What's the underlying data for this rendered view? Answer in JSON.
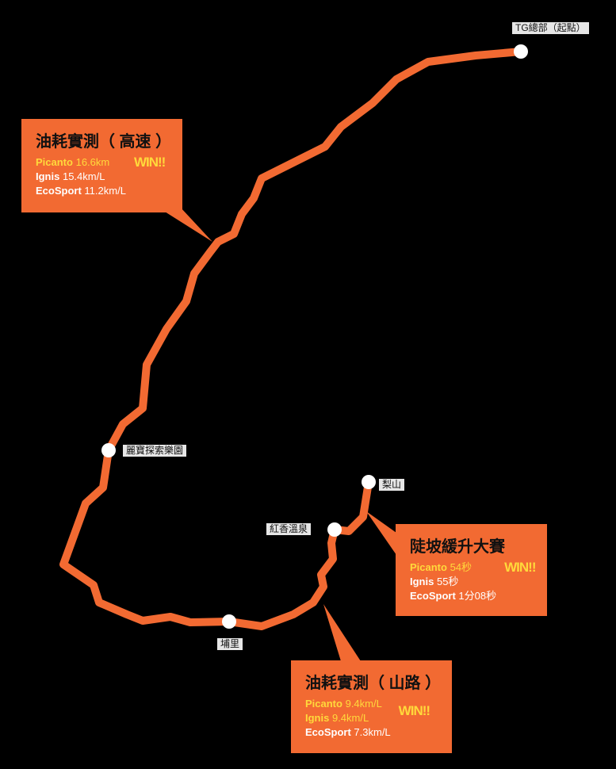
{
  "colors": {
    "route": "#f26a32",
    "box": "#f26a32",
    "highlight": "#ffd93b",
    "background": "#000000"
  },
  "places": {
    "start": "TG總部（起點）",
    "lihpao": "麗寶探索樂園",
    "lishan": "梨山",
    "hongxiang": "紅香溫泉",
    "puli": "埔里"
  },
  "highway": {
    "title": "油耗實測（ 高速 ）",
    "win": "WIN!!",
    "rows": [
      {
        "car": "Picanto",
        "value": "16.6km"
      },
      {
        "car": "Ignis",
        "value": "15.4km/L"
      },
      {
        "car": "EcoSport",
        "value": "11.2km/L"
      }
    ]
  },
  "hill": {
    "title": "陡坡緩升大賽",
    "win": "WIN!!",
    "rows": [
      {
        "car": "Picanto",
        "value": "54秒"
      },
      {
        "car": "Ignis",
        "value": "55秒"
      },
      {
        "car": "EcoSport",
        "value": "1分08秒"
      }
    ]
  },
  "mountain": {
    "title": "油耗實測（ 山路 ）",
    "win": "WIN!!",
    "rows": [
      {
        "car": "Picanto",
        "value": "9.4km/L"
      },
      {
        "car": "Ignis",
        "value": "9.4km/L"
      },
      {
        "car": "EcoSport",
        "value": "7.3km/L"
      }
    ]
  }
}
